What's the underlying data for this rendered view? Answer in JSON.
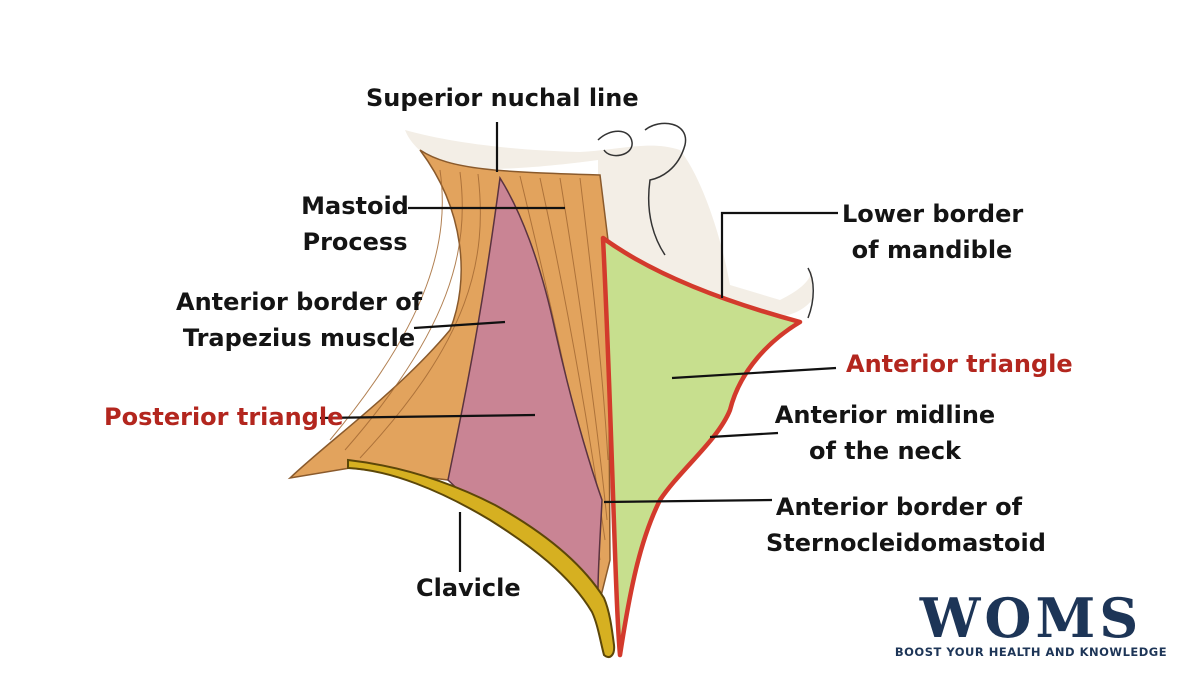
{
  "labels": {
    "superior_nuchal_line": "Superior nuchal line",
    "mastoid_process_1": "Mastoid",
    "mastoid_process_2": "Process",
    "anterior_border_trapezius_1": "Anterior border of",
    "anterior_border_trapezius_2": "Trapezius muscle",
    "posterior_triangle": "Posterior triangle",
    "clavicle": "Clavicle",
    "lower_border_mandible_1": "Lower border",
    "lower_border_mandible_2": "of mandible",
    "anterior_triangle": "Anterior triangle",
    "anterior_midline_1": "Anterior midline",
    "anterior_midline_2": "of the neck",
    "anterior_border_scm_1": "Anterior border of",
    "anterior_border_scm_2": "Sternocleidomastoid"
  },
  "logo": {
    "text": "WOMS",
    "tagline": "BOOST YOUR HEALTH AND KNOWLEDGE"
  },
  "colors": {
    "trapezius": "#e2a35d",
    "posterior_triangle": "#c98494",
    "anterior_triangle": "#c7df8e",
    "clavicle": "#d6b021",
    "border_red": "#d33a2c",
    "label_red": "#b3261e",
    "logo_navy": "#1d3557"
  }
}
